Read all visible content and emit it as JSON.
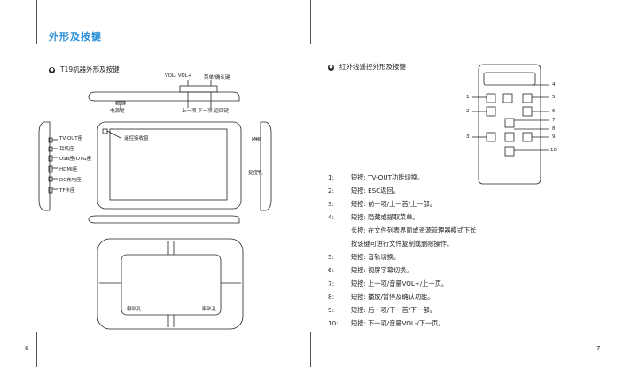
{
  "page_title": "外形及按键",
  "left": {
    "section_title": "T19机器外形及按键",
    "labels": {
      "vol": "VOL-  VOL+",
      "menu_confirm": "菜单/确认键",
      "power": "电源键",
      "prev_next_back": "上一项 下一项  返回键",
      "tv_out": "TV-OUT座",
      "earphone": "耳机座",
      "usb_otg": "USB座/OTG座",
      "hdmi": "HDMI座",
      "dc": "DC充电座",
      "tf": "TF卡座",
      "remote_rx": "遥控接收窗",
      "mic": "MIC",
      "reset": "复位孔",
      "speaker_left": "喇叭孔",
      "speaker_right": "喇叭孔"
    }
  },
  "right": {
    "section_title": "红外线遥控外形及按键",
    "callouts": [
      "1",
      "2",
      "3",
      "4",
      "5",
      "6",
      "7",
      "8",
      "9",
      "10"
    ],
    "instructions": [
      {
        "num": "1:",
        "text": "短按:  TV-OUT功能切换。"
      },
      {
        "num": "2:",
        "text": "短按:  ESC返回。"
      },
      {
        "num": "3:",
        "text": "短按:  前一项/上一首/上一部。"
      },
      {
        "num": "4:",
        "text": "短按:  隐藏或提取菜单。"
      },
      {
        "num": "",
        "text": "长按:  在文件列表界面或资源管理器模式下长"
      },
      {
        "num": "",
        "text": "按该键可进行文件复制或删除操作。"
      },
      {
        "num": "5:",
        "text": "短按:  音轨切换。"
      },
      {
        "num": "6:",
        "text": "短按:  视屏字幕切换。"
      },
      {
        "num": "7:",
        "text": "短按:  上一项/音量VOL+/上一页。"
      },
      {
        "num": "8:",
        "text": "短按:  播放/暂停及确认功能。"
      },
      {
        "num": "9:",
        "text": "短按:  后一项/下一首/下一部。"
      },
      {
        "num": "10:",
        "text": "短按:  下一项/音量VOL-/下一页。"
      }
    ]
  },
  "page_numbers": {
    "left": "6",
    "right": "7"
  }
}
